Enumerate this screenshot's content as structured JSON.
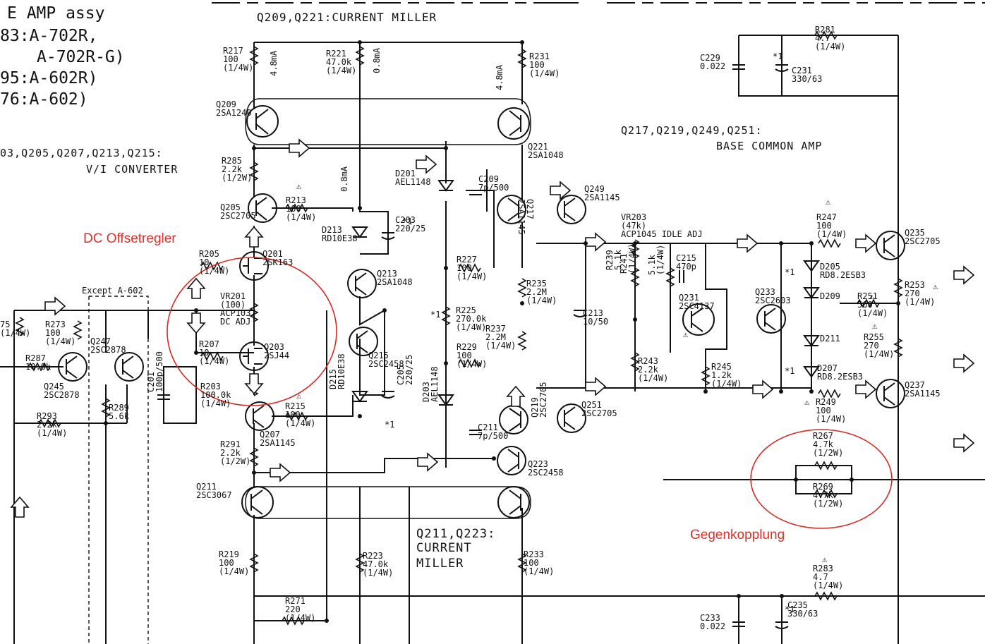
{
  "header": {
    "amp_assy": "E AMP assy",
    "model_line_1": "83:A-702R,",
    "model_line_2": "A-702R-G)",
    "model_line_3": "95:A-602R)",
    "model_line_4": "76:A-602)",
    "current_miller_top": "Q209,Q221:CURRENT MILLER",
    "vi_converter_1": "03,Q205,Q207,Q213,Q215:",
    "vi_converter_2": "V/I CONVERTER",
    "base_common_1": "Q217,Q219,Q249,Q251:",
    "base_common_2": "BASE COMMON AMP",
    "current_miller_bottom_1": "Q211,Q223:",
    "current_miller_bottom_2": "CURRENT",
    "current_miller_bottom_3": "MILLER",
    "except": "Except A-602"
  },
  "annotations": {
    "dc_offset": "DC Offsetregler",
    "feedback": "Gegenkopplung"
  },
  "parts": {
    "r217": [
      "R217",
      "100",
      "(1/4W)"
    ],
    "r221": [
      "R221",
      "47.0k",
      "(1/4W)"
    ],
    "r231": [
      "R231",
      "100",
      "(1/4W)"
    ],
    "r281": [
      "R281",
      "4.7",
      "(1/4W)"
    ],
    "c229": [
      "C229",
      "0.022"
    ],
    "c231": [
      "C231",
      "330/63"
    ],
    "q209": [
      "Q209",
      "2SA1240"
    ],
    "q221": [
      "Q221",
      "2SA1048"
    ],
    "r285": [
      "R285",
      "2.2k",
      "(1/2W)"
    ],
    "d201": [
      "D201",
      "AEL1148"
    ],
    "c209": [
      "C209",
      "7p/500"
    ],
    "q249": [
      "Q249",
      "2SA1145"
    ],
    "q217": [
      "Q217",
      "2SA1145"
    ],
    "q205": [
      "Q205",
      "2SC2705"
    ],
    "r213": [
      "R213",
      "100",
      "(1/4W)"
    ],
    "d213": [
      "D213",
      "RD10E38"
    ],
    "c203": [
      "C203",
      "220/25"
    ],
    "vr203": [
      "VR203",
      "(47k)",
      "ACP1045 IDLE ADJ"
    ],
    "c215": [
      "C215",
      "470p"
    ],
    "r247": [
      "R247",
      "100",
      "(1/4W)"
    ],
    "q235": [
      "Q235",
      "2SC2705"
    ],
    "r205": [
      "R205",
      "10",
      "(1/4W)"
    ],
    "q201": [
      "Q201",
      "2SK163"
    ],
    "vr201": [
      "VR201",
      "(100)",
      "ACP1037",
      "DC ADJ"
    ],
    "q213": [
      "Q213",
      "2SA1048"
    ],
    "r227": [
      "R227",
      "100",
      "(1/4W)"
    ],
    "r235": [
      "R235",
      "2.2M",
      "(1/4W)"
    ],
    "r239": [
      "R239",
      "5.1k"
    ],
    "r241": [
      "R241",
      "(1/4W)"
    ],
    "r241b": [
      "5.1k",
      "(1/4W)"
    ],
    "q231": [
      "Q231",
      "2SC4137"
    ],
    "q233": [
      "Q233",
      "2SC2603"
    ],
    "d205": [
      "D205",
      "RD8.2ESB3"
    ],
    "d209": [
      "D209"
    ],
    "r251": [
      "R251",
      "560",
      "(1/4W)"
    ],
    "r253": [
      "R253",
      "270",
      "(1/4W)"
    ],
    "r225": [
      "R225",
      "270.0k",
      "(1/4W)"
    ],
    "c213": [
      "C213",
      "10/50"
    ],
    "r237": [
      "R237",
      "2.2M",
      "(1/4W)"
    ],
    "d211": [
      "D211"
    ],
    "r255": [
      "R255",
      "270",
      "(1/4W)"
    ],
    "r275": [
      "75",
      "(1/4W)"
    ],
    "r273": [
      "R273",
      "100",
      "(1/4W)"
    ],
    "q247": [
      "Q247",
      "2SC2878"
    ],
    "r287": [
      "R287",
      "10.0k"
    ],
    "q245": [
      "Q245",
      "2SC2878"
    ],
    "r207": [
      "R207",
      "10",
      "(1/4W)"
    ],
    "q203": [
      "Q203",
      "2SJ44"
    ],
    "q215": [
      "Q215",
      "2SC2458"
    ],
    "r229": [
      "R229",
      "100",
      "(1/4W)"
    ],
    "r243": [
      "R243",
      "2.2k",
      "(1/4W)"
    ],
    "r245": [
      "R245",
      "1.2k",
      "(1/4W)"
    ],
    "d207": [
      "D207",
      "RD8.2ESB3"
    ],
    "r249": [
      "R249",
      "100",
      "(1/4W)"
    ],
    "q237": [
      "Q237",
      "2SA1145"
    ],
    "c201": [
      "C201",
      "100p/500"
    ],
    "r289": [
      "R289",
      "5.6k"
    ],
    "r203": [
      "R203",
      "100.0k",
      "(1/4W)"
    ],
    "r215": [
      "R215",
      "100",
      "(1/4W)"
    ],
    "d215": [
      "D215",
      "RD10E38"
    ],
    "c205": [
      "C205",
      "220/25"
    ],
    "d203": [
      "D203",
      "AEL1148"
    ],
    "q219": [
      "Q219",
      "2SC2705"
    ],
    "q251": [
      "Q251",
      "2SC2705"
    ],
    "r293": [
      "R293",
      "2.2k",
      "(1/4W)"
    ],
    "q207": [
      "Q207",
      "2SA1145"
    ],
    "c211": [
      "C211",
      "7p/500"
    ],
    "r291": [
      "R291",
      "2.2k",
      "(1/2W)"
    ],
    "q223": [
      "Q223",
      "2SC2458"
    ],
    "r267": [
      "R267",
      "4.7k",
      "(1/2W)"
    ],
    "q211": [
      "Q211",
      "2SC3067"
    ],
    "r269": [
      "R269",
      "4.7k",
      "(1/2W)"
    ],
    "r219": [
      "R219",
      "100",
      "(1/4W)"
    ],
    "r223": [
      "R223",
      "47.0k",
      "(1/4W)"
    ],
    "r233": [
      "R233",
      "100",
      "(1/4W)"
    ],
    "r283": [
      "R283",
      "4.7",
      "(1/4W)"
    ],
    "r271": [
      "R271",
      "220",
      "(1/4W)"
    ],
    "c233": [
      "C233",
      "0.022"
    ],
    "c235": [
      "C235",
      "330/63"
    ]
  },
  "currents": {
    "i1": "4.8mA",
    "i2": "0.8mA",
    "i3": "4.8mA",
    "i4": "0.8mA"
  },
  "marks": {
    "star1": "*1",
    "tri": "⚠"
  }
}
